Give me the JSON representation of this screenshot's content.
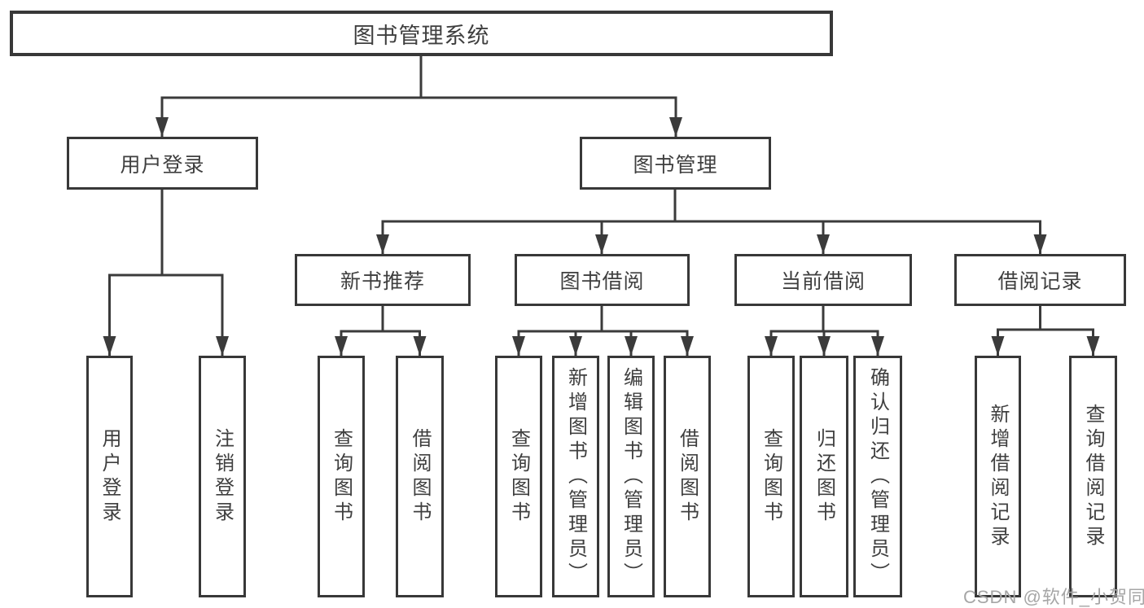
{
  "diagram": {
    "title": "图书管理系统",
    "root": {
      "label": "图书管理系统"
    },
    "level2": [
      {
        "id": "user-login",
        "label": "用户登录"
      },
      {
        "id": "book-management",
        "label": "图书管理"
      }
    ],
    "level3": [
      {
        "id": "new-book-recommendation",
        "label": "新书推荐",
        "parent": "图书管理"
      },
      {
        "id": "book-borrowing",
        "label": "图书借阅",
        "parent": "图书管理"
      },
      {
        "id": "current-borrowing",
        "label": "当前借阅",
        "parent": "图书管理"
      },
      {
        "id": "borrowing-records",
        "label": "借阅记录",
        "parent": "图书管理"
      }
    ],
    "leaves": [
      {
        "label": "用户登录",
        "parent": "用户登录"
      },
      {
        "label": "注销登录",
        "parent": "用户登录"
      },
      {
        "label": "查询图书",
        "parent": "新书推荐"
      },
      {
        "label": "借阅图书",
        "parent": "新书推荐"
      },
      {
        "label": "查询图书",
        "parent": "图书借阅"
      },
      {
        "label": "新增图书（管理员）",
        "parent": "图书借阅"
      },
      {
        "label": "编辑图书（管理员）",
        "parent": "图书借阅"
      },
      {
        "label": "借阅图书",
        "parent": "图书借阅"
      },
      {
        "label": "查询图书",
        "parent": "当前借阅"
      },
      {
        "label": "归还图书",
        "parent": "当前借阅"
      },
      {
        "label": "确认归还（管理员）",
        "parent": "当前借阅"
      },
      {
        "label": "新增借阅记录",
        "parent": "借阅记录"
      },
      {
        "label": "查询借阅记录",
        "parent": "借阅记录"
      }
    ]
  },
  "watermark": {
    "text": "CSDN @软件_小贺同学"
  },
  "colors": {
    "line": "#3b3b3b",
    "border": "#383838",
    "text": "#3f3f3f",
    "background": "#ffffff",
    "watermark": "#a6a6a6"
  }
}
